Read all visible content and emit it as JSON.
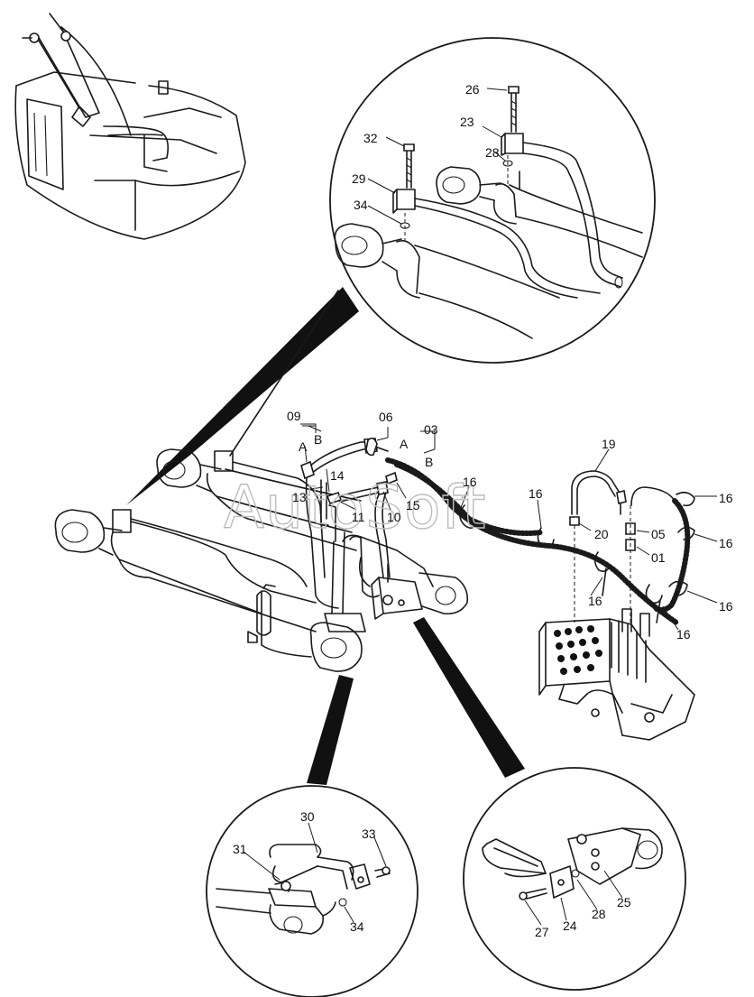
{
  "watermark": "AutoSoft",
  "labels": {
    "l26": "26",
    "l23": "23",
    "l32": "32",
    "l28a": "28",
    "l29": "29",
    "l34a": "34",
    "l09": "09",
    "l06": "06",
    "l03": "03",
    "lA1": "A",
    "lB1": "B",
    "lA2": "A",
    "lB2": "B",
    "l14": "14",
    "l13": "13",
    "l11": "11",
    "l10": "10",
    "l15": "15",
    "l16a": "16",
    "l16b": "16",
    "l19": "19",
    "l20": "20",
    "l05": "05",
    "l01": "01",
    "l16c": "16",
    "l16d": "16",
    "l16e": "16",
    "l16f": "16",
    "l16g": "16",
    "l30": "30",
    "l31": "31",
    "l33": "33",
    "l34b": "34",
    "l27": "27",
    "l24": "24",
    "l28b": "28",
    "l25": "25"
  },
  "detail_callouts": [
    "upper-detail-circle",
    "lower-left-detail-circle",
    "lower-right-detail-circle"
  ]
}
